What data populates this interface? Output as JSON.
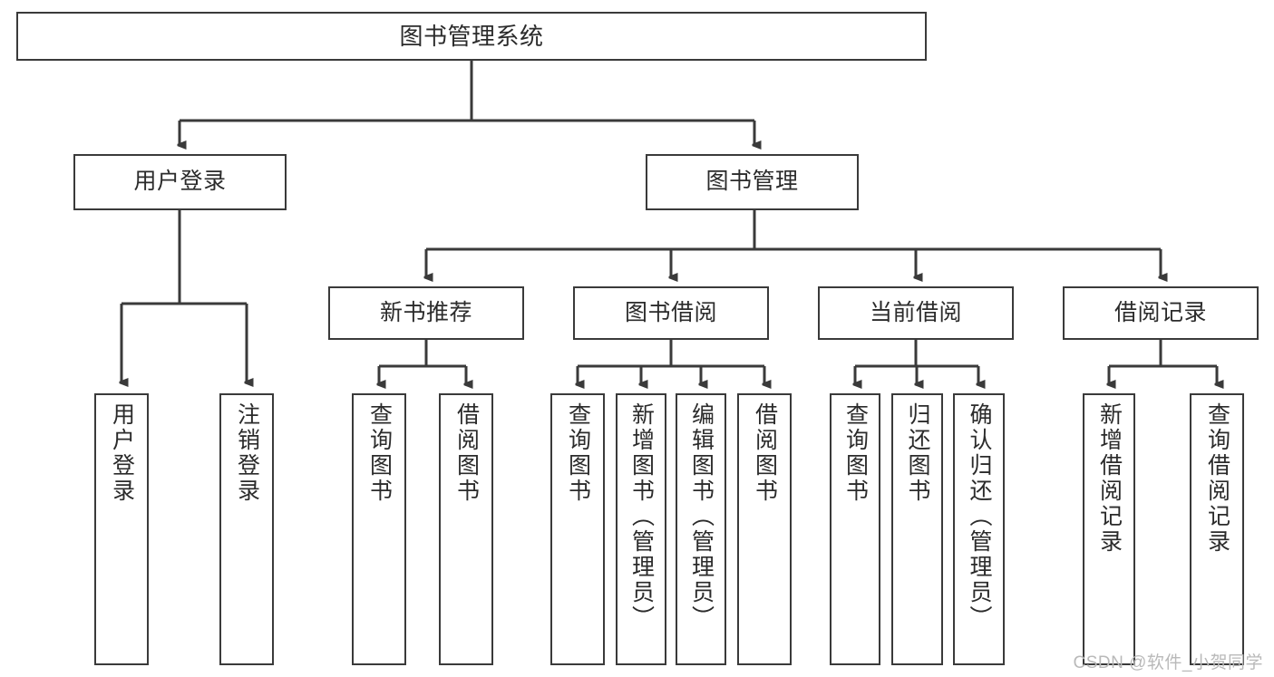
{
  "diagram": {
    "title_node": {
      "label": "图书管理系统"
    },
    "level1": [
      {
        "id": "user-login",
        "label": "用户登录"
      },
      {
        "id": "book-management",
        "label": "图书管理"
      }
    ],
    "level2": [
      {
        "id": "new-book-recommend",
        "label": "新书推荐",
        "parent": "book-management"
      },
      {
        "id": "book-borrow",
        "label": "图书借阅",
        "parent": "book-management"
      },
      {
        "id": "current-borrow",
        "label": "当前借阅",
        "parent": "book-management"
      },
      {
        "id": "borrow-record",
        "label": "借阅记录",
        "parent": "book-management"
      }
    ],
    "leaves": [
      {
        "id": "leaf-user-login",
        "label": "用户登录",
        "parent": "user-login"
      },
      {
        "id": "leaf-logout-login",
        "label": "注销登录",
        "parent": "user-login"
      },
      {
        "id": "leaf-query-book-1",
        "label": "查询图书",
        "parent": "new-book-recommend"
      },
      {
        "id": "leaf-borrow-book-1",
        "label": "借阅图书",
        "parent": "new-book-recommend"
      },
      {
        "id": "leaf-query-book-2",
        "label": "查询图书",
        "parent": "book-borrow"
      },
      {
        "id": "leaf-add-book-admin",
        "label": "新增图书（管理员）",
        "parent": "book-borrow"
      },
      {
        "id": "leaf-edit-book-admin",
        "label": "编辑图书（管理员）",
        "parent": "book-borrow"
      },
      {
        "id": "leaf-borrow-book-2",
        "label": "借阅图书",
        "parent": "book-borrow"
      },
      {
        "id": "leaf-query-book-3",
        "label": "查询图书",
        "parent": "current-borrow"
      },
      {
        "id": "leaf-return-book",
        "label": "归还图书",
        "parent": "current-borrow"
      },
      {
        "id": "leaf-confirm-return-admin",
        "label": "确认归还（管理员）",
        "parent": "current-borrow"
      },
      {
        "id": "leaf-add-borrow-record",
        "label": "新增借阅记录",
        "parent": "borrow-record"
      },
      {
        "id": "leaf-query-borrow-record",
        "label": "查询借阅记录",
        "parent": "borrow-record"
      }
    ],
    "watermark": "CSDN @软件_小贺同学",
    "colors": {
      "stroke": "#3a3a3a",
      "text": "#2b2b2b",
      "background": "#ffffff",
      "watermark": "#b9b9b9"
    }
  }
}
